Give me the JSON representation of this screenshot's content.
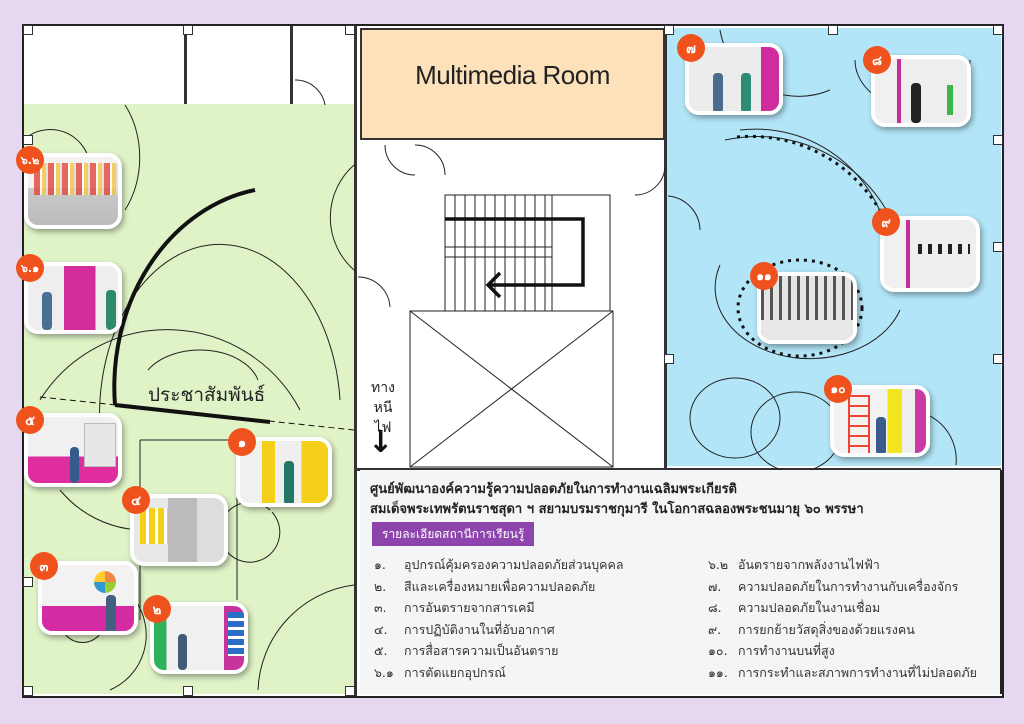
{
  "rooms": {
    "multimedia": "Multimedia Room",
    "public_relations": "ประชาสัมพันธ์",
    "fire_exit_line1": "ทาง",
    "fire_exit_line2": "หนีไฟ",
    "fire_exit_arrow": "↓"
  },
  "colors": {
    "background": "#e6d8f0",
    "green_zone": "#dff3c7",
    "blue_zone": "#b2e5f7",
    "multimedia_zone": "#fce1bb",
    "badge": "#f0521d",
    "legend_button": "#8e44ad"
  },
  "stations": [
    {
      "id": "1",
      "badge": "๑"
    },
    {
      "id": "2",
      "badge": "๒"
    },
    {
      "id": "3",
      "badge": "๓"
    },
    {
      "id": "4",
      "badge": "๔"
    },
    {
      "id": "5",
      "badge": "๕"
    },
    {
      "id": "6.1",
      "badge": "๖.๑"
    },
    {
      "id": "6.2",
      "badge": "๖.๒"
    },
    {
      "id": "7",
      "badge": "๗"
    },
    {
      "id": "8",
      "badge": "๘"
    },
    {
      "id": "9",
      "badge": "๙"
    },
    {
      "id": "10",
      "badge": "๑๐"
    },
    {
      "id": "11",
      "badge": "๑๑"
    }
  ],
  "info": {
    "title_line1": "ศูนย์พัฒนาองค์ความรู้ความปลอดภัยในการทำงานเฉลิมพระเกียรติ",
    "title_line2": "สมเด็จพระเทพรัตนราชสุดา ฯ สยามบรมราชกุมารี ในโอกาสฉลองพระชนมายุ ๖๐ พรรษา",
    "details_button": "รายละเอียดสถานีการเรียนรู้",
    "list_left": [
      {
        "num": "๑.",
        "label": "อุปกรณ์คุ้มครองความปลอดภัยส่วนบุคคล"
      },
      {
        "num": "๒.",
        "label": "สีและเครื่องหมายเพื่อความปลอดภัย"
      },
      {
        "num": "๓.",
        "label": "การอันตรายจากสารเคมี"
      },
      {
        "num": "๔.",
        "label": "การปฏิบัติงานในที่อับอากาศ"
      },
      {
        "num": "๕.",
        "label": "การสื่อสารความเป็นอันตราย"
      },
      {
        "num": "๖.๑",
        "label": "การตัดแยกอุปกรณ์"
      }
    ],
    "list_right": [
      {
        "num": "๖.๒",
        "label": "อันตรายจากพลังงานไฟฟ้า"
      },
      {
        "num": "๗.",
        "label": "ความปลอดภัยในการทำงานกับเครื่องจักร"
      },
      {
        "num": "๘.",
        "label": "ความปลอดภัยในงานเชื่อม"
      },
      {
        "num": "๙.",
        "label": "การยกย้ายวัสดุสิ่งของด้วยแรงคน"
      },
      {
        "num": "๑๐.",
        "label": "การทำงานบนที่สูง"
      },
      {
        "num": "๑๑.",
        "label": "การกระทำและสภาพการทำงานที่ไม่ปลอดภัย"
      }
    ]
  }
}
